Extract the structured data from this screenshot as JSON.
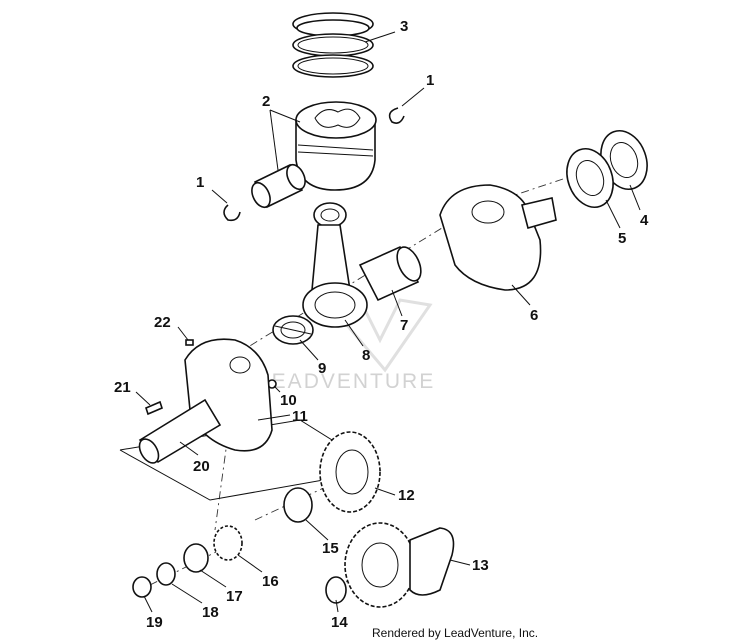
{
  "diagram": {
    "watermark": "LEADVENTURE",
    "credit": "Rendered by LeadVenture, Inc.",
    "callouts": [
      {
        "id": "callout-1a",
        "label": "1"
      },
      {
        "id": "callout-1b",
        "label": "1"
      },
      {
        "id": "callout-2",
        "label": "2"
      },
      {
        "id": "callout-3",
        "label": "3"
      },
      {
        "id": "callout-4",
        "label": "4"
      },
      {
        "id": "callout-5",
        "label": "5"
      },
      {
        "id": "callout-6",
        "label": "6"
      },
      {
        "id": "callout-7",
        "label": "7"
      },
      {
        "id": "callout-8",
        "label": "8"
      },
      {
        "id": "callout-9",
        "label": "9"
      },
      {
        "id": "callout-10",
        "label": "10"
      },
      {
        "id": "callout-11",
        "label": "11"
      },
      {
        "id": "callout-12",
        "label": "12"
      },
      {
        "id": "callout-13",
        "label": "13"
      },
      {
        "id": "callout-14",
        "label": "14"
      },
      {
        "id": "callout-15",
        "label": "15"
      },
      {
        "id": "callout-16",
        "label": "16"
      },
      {
        "id": "callout-17",
        "label": "17"
      },
      {
        "id": "callout-18",
        "label": "18"
      },
      {
        "id": "callout-19",
        "label": "19"
      },
      {
        "id": "callout-20",
        "label": "20"
      },
      {
        "id": "callout-21",
        "label": "21"
      },
      {
        "id": "callout-22",
        "label": "22"
      }
    ]
  }
}
